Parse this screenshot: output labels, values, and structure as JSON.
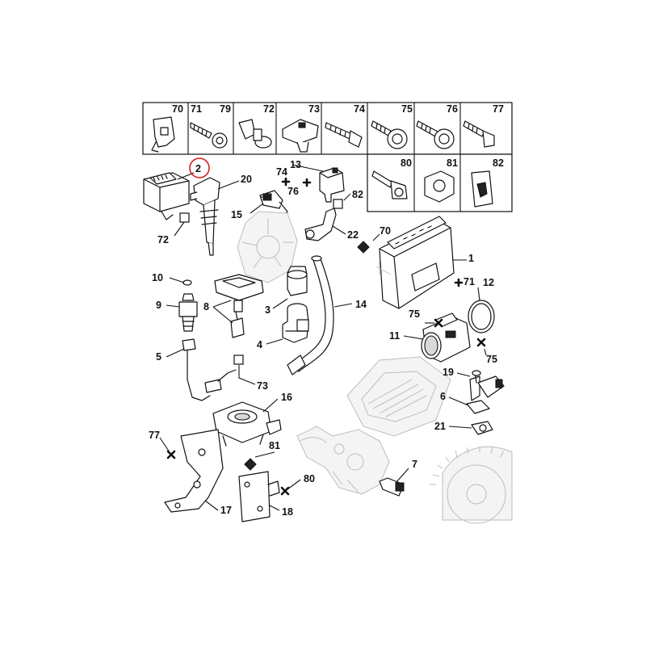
{
  "highlight_color": "#d62020",
  "fastener_table": {
    "top_row": [
      "70",
      "71",
      "79",
      "72",
      "73",
      "74",
      "75",
      "76",
      "77"
    ],
    "second_row": [
      "80",
      "81",
      "82"
    ]
  },
  "callouts": {
    "c2": "2",
    "c20": "20",
    "c13": "13",
    "c74": "74",
    "c76": "76",
    "c82": "82",
    "c15": "15",
    "c72": "72",
    "c22": "22",
    "c70": "70",
    "c1": "1",
    "c71": "71",
    "c12": "12",
    "c10": "10",
    "c9": "9",
    "c8": "8",
    "c3": "3",
    "c14": "14",
    "c4": "4",
    "c75a": "75",
    "c11": "11",
    "c75b": "75",
    "c5": "5",
    "c73": "73",
    "c19": "19",
    "c6": "6",
    "c16": "16",
    "c21": "21",
    "c77": "77",
    "c81": "81",
    "c7": "7",
    "c80": "80",
    "c17": "17",
    "c18": "18"
  }
}
